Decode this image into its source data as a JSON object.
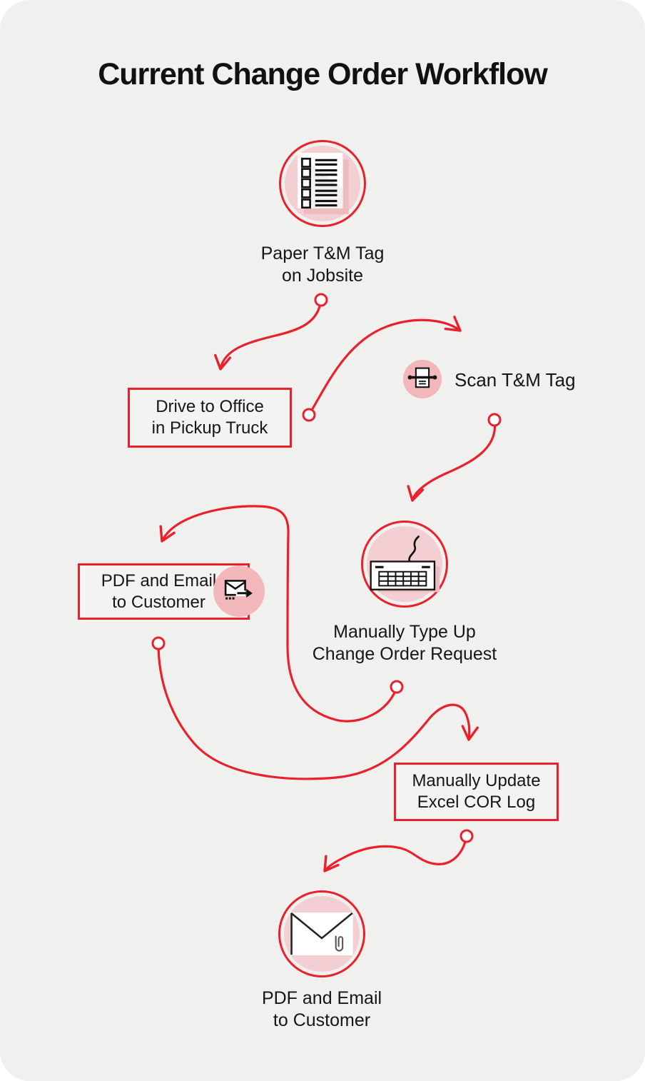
{
  "title": "Current Change Order Workflow",
  "colors": {
    "accent_red": "#e8212d",
    "node_pink_light": "#f3ced2",
    "badge_pink": "#f2b7bb",
    "panel_background": "#f0f0ee",
    "text": "#161616"
  },
  "steps": [
    {
      "id": "paper-tag",
      "line1": "Paper T&M Tag",
      "line2": "on Jobsite",
      "icon": "checklist-document-icon"
    },
    {
      "id": "drive-office",
      "line1": "Drive to Office",
      "line2": "in Pickup Truck",
      "icon": null
    },
    {
      "id": "scan-tag",
      "line1": "Scan T&M Tag",
      "line2": "",
      "icon": "scanner-icon"
    },
    {
      "id": "type-up",
      "line1": "Manually Type Up",
      "line2": "Change Order Request",
      "icon": "keyboard-icon"
    },
    {
      "id": "pdf-email-office",
      "line1": "PDF and Email",
      "line2": "to Customer",
      "icon": "send-email-icon"
    },
    {
      "id": "excel-log",
      "line1": "Manually Update",
      "line2": "Excel COR Log",
      "icon": null
    },
    {
      "id": "pdf-email-final",
      "line1": "PDF and Email",
      "line2": "to Customer",
      "icon": "envelope-attachment-icon"
    }
  ],
  "connections": [
    {
      "from": "paper-tag",
      "to": "drive-office"
    },
    {
      "from": "drive-office",
      "to": "scan-tag"
    },
    {
      "from": "scan-tag",
      "to": "type-up"
    },
    {
      "from": "type-up",
      "to": "pdf-email-office"
    },
    {
      "from": "pdf-email-office",
      "to": "excel-log"
    },
    {
      "from": "excel-log",
      "to": "pdf-email-final"
    }
  ]
}
